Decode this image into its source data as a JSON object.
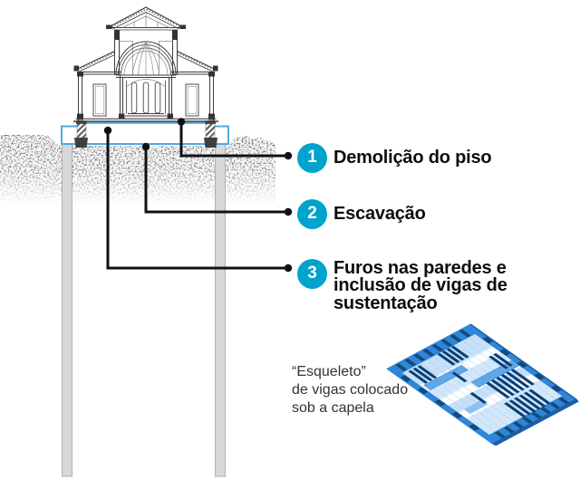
{
  "figure": {
    "steps": [
      {
        "number": "1",
        "label": "Demolição do piso"
      },
      {
        "number": "2",
        "label": "Escavação"
      },
      {
        "number": "3",
        "label_lines": [
          "Furos nas paredes e",
          "inclusão de vigas de",
          "sustentação"
        ]
      }
    ],
    "caption": {
      "lines": [
        "“Esqueleto”",
        "de vigas colocado",
        "sob a capela"
      ]
    },
    "colors": {
      "badge": "#00a3cb",
      "callout_line": "#111111",
      "slab_outline": "#4fa9e1",
      "beam_frame_blue": "#2f86d8",
      "beam_dark_navy": "#0e3c6a",
      "beam_light_blue": "#c9e0f7",
      "pile_gray": "#d8d8d8"
    }
  }
}
